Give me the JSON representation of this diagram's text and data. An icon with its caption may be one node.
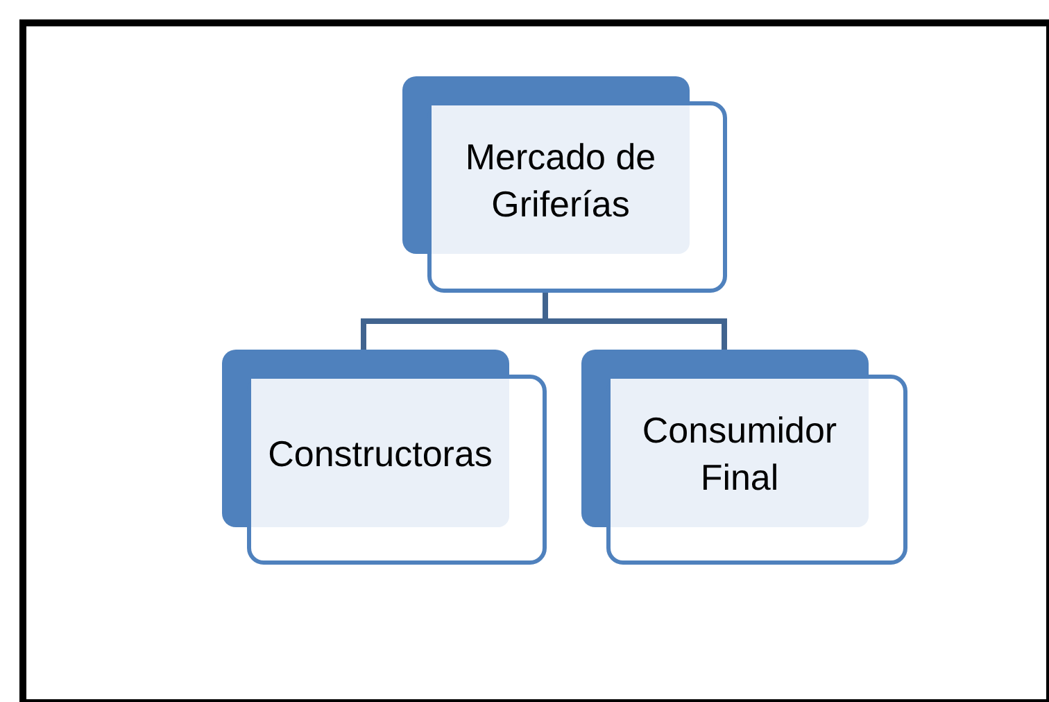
{
  "diagram": {
    "nodes": [
      {
        "text": [
          "Mercado de Griferías"
        ]
      },
      {
        "text": [
          "Constructoras"
        ]
      },
      {
        "text": [
          "Consumidor Final"
        ]
      }
    ],
    "edges": [
      {
        "from": 0,
        "to": 1,
        "arrow": "none"
      },
      {
        "from": 0,
        "to": 2,
        "arrow": "none"
      }
    ]
  }
}
